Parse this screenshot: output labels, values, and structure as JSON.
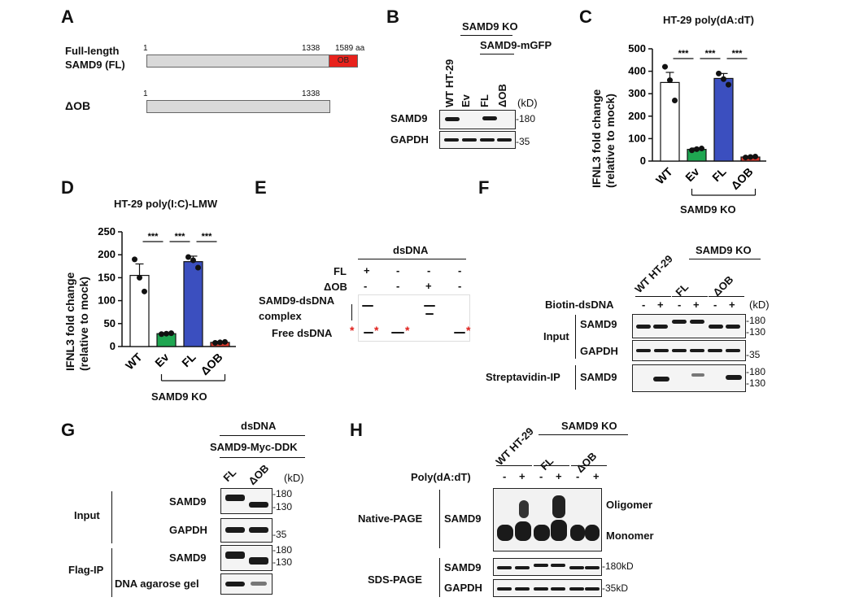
{
  "panels": {
    "A": {
      "letter": "A",
      "fl_label_1": "Full-length",
      "fl_label_2": "SAMD9 (FL)",
      "fl_start": "1",
      "fl_mid": "1338",
      "fl_end": "1589 aa",
      "ob_label": "OB",
      "dob_label": "ΔOB",
      "dob_start": "1",
      "dob_end": "1338"
    },
    "B": {
      "letter": "B",
      "header_ko": "SAMD9 KO",
      "header_mgfp": "SAMD9-mGFP",
      "lanes": [
        "WT HT-29",
        "Ev",
        "FL",
        "ΔOB"
      ],
      "kd": "(kD)",
      "rows": [
        "SAMD9",
        "GAPDH"
      ],
      "markers": [
        "-180",
        "-35"
      ]
    },
    "C": {
      "letter": "C",
      "title": "HT-29 poly(dA:dT)",
      "ylabel_1": "IFNL3 fold change",
      "ylabel_2": "(relative to mock)",
      "group_label": "SAMD9 KO",
      "sig": [
        "***",
        "***",
        "***"
      ]
    },
    "D": {
      "letter": "D",
      "title": "HT-29 poly(I:C)-LMW",
      "ylabel_1": "IFNL3 fold change",
      "ylabel_2": "(relative to mock)",
      "group_label": "SAMD9 KO",
      "sig": [
        "***",
        "***",
        "***"
      ]
    },
    "E": {
      "letter": "E",
      "header": "dsDNA",
      "row_fl": "FL",
      "row_dob": "ΔOB",
      "fl_signs": [
        "+",
        "-",
        "-",
        "-"
      ],
      "dob_signs": [
        "-",
        "-",
        "+",
        "-"
      ],
      "complex_1": "SAMD9-dsDNA",
      "complex_2": "complex",
      "free": "Free dsDNA",
      "star": "*"
    },
    "F": {
      "letter": "F",
      "lanes_wt": "WT HT-29",
      "header_ko": "SAMD9 KO",
      "lane_fl": "FL",
      "lane_dob": "ΔOB",
      "biotin": "Biotin-dsDNA",
      "biotin_signs": [
        "-",
        "+",
        "-",
        "+",
        "-",
        "+"
      ],
      "kd": "(kD)",
      "input": "Input",
      "rows": [
        "SAMD9",
        "GAPDH",
        "SAMD9"
      ],
      "ip": "Streptavidin-IP",
      "markers": [
        "-180",
        "-130",
        "-35",
        "-180",
        "-130"
      ]
    },
    "G": {
      "letter": "G",
      "header": "dsDNA",
      "sub": "SAMD9-Myc-DDK",
      "lanes": [
        "FL",
        "ΔOB"
      ],
      "kd": "(kD)",
      "input": "Input",
      "flag": "Flag-IP",
      "rows": [
        "SAMD9",
        "GAPDH",
        "SAMD9",
        "DNA agarose gel"
      ],
      "markers": [
        "-180",
        "-130",
        "-35",
        "-180",
        "-130"
      ]
    },
    "H": {
      "letter": "H",
      "lane_wt": "WT HT-29",
      "header_ko": "SAMD9 KO",
      "lane_fl": "FL",
      "lane_dob": "ΔOB",
      "poly": "Poly(dA:dT)",
      "poly_signs": [
        "-",
        "+",
        "-",
        "+",
        "-",
        "+"
      ],
      "native": "Native-PAGE",
      "sds": "SDS-PAGE",
      "rows": [
        "SAMD9",
        "SAMD9",
        "GAPDH"
      ],
      "oligomer": "Oligomer",
      "monomer": "Monomer",
      "markers": [
        "-180kD",
        "-35kD"
      ]
    }
  },
  "chart_data": [
    {
      "type": "bar",
      "title": "HT-29 poly(dA:dT)",
      "categories": [
        "WT",
        "Ev",
        "FL",
        "ΔOB"
      ],
      "values": [
        350,
        52,
        368,
        18
      ],
      "errors": [
        45,
        6,
        22,
        3
      ],
      "points": [
        [
          420,
          360,
          270
        ],
        [
          48,
          53,
          56
        ],
        [
          390,
          365,
          340
        ],
        [
          16,
          18,
          20
        ]
      ],
      "colors": [
        "#ffffff",
        "#1fa651",
        "#3b4fbf",
        "#e03a2e"
      ],
      "xlabel": "",
      "ylabel": "IFNL3 fold change (relative to mock)",
      "ylim": [
        0,
        500
      ],
      "yticks": [
        0,
        100,
        200,
        300,
        400,
        500
      ]
    },
    {
      "type": "bar",
      "title": "HT-29 poly(I:C)-LMW",
      "categories": [
        "WT",
        "Ev",
        "FL",
        "ΔOB"
      ],
      "values": [
        155,
        28,
        185,
        9
      ],
      "errors": [
        25,
        2,
        12,
        2
      ],
      "points": [
        [
          190,
          150,
          120
        ],
        [
          27,
          28,
          29
        ],
        [
          195,
          188,
          172
        ],
        [
          8,
          9,
          10
        ]
      ],
      "colors": [
        "#ffffff",
        "#1fa651",
        "#3b4fbf",
        "#e03a2e"
      ],
      "xlabel": "",
      "ylabel": "IFNL3 fold change (relative to mock)",
      "ylim": [
        0,
        250
      ],
      "yticks": [
        0,
        50,
        100,
        150,
        200,
        250
      ]
    }
  ]
}
